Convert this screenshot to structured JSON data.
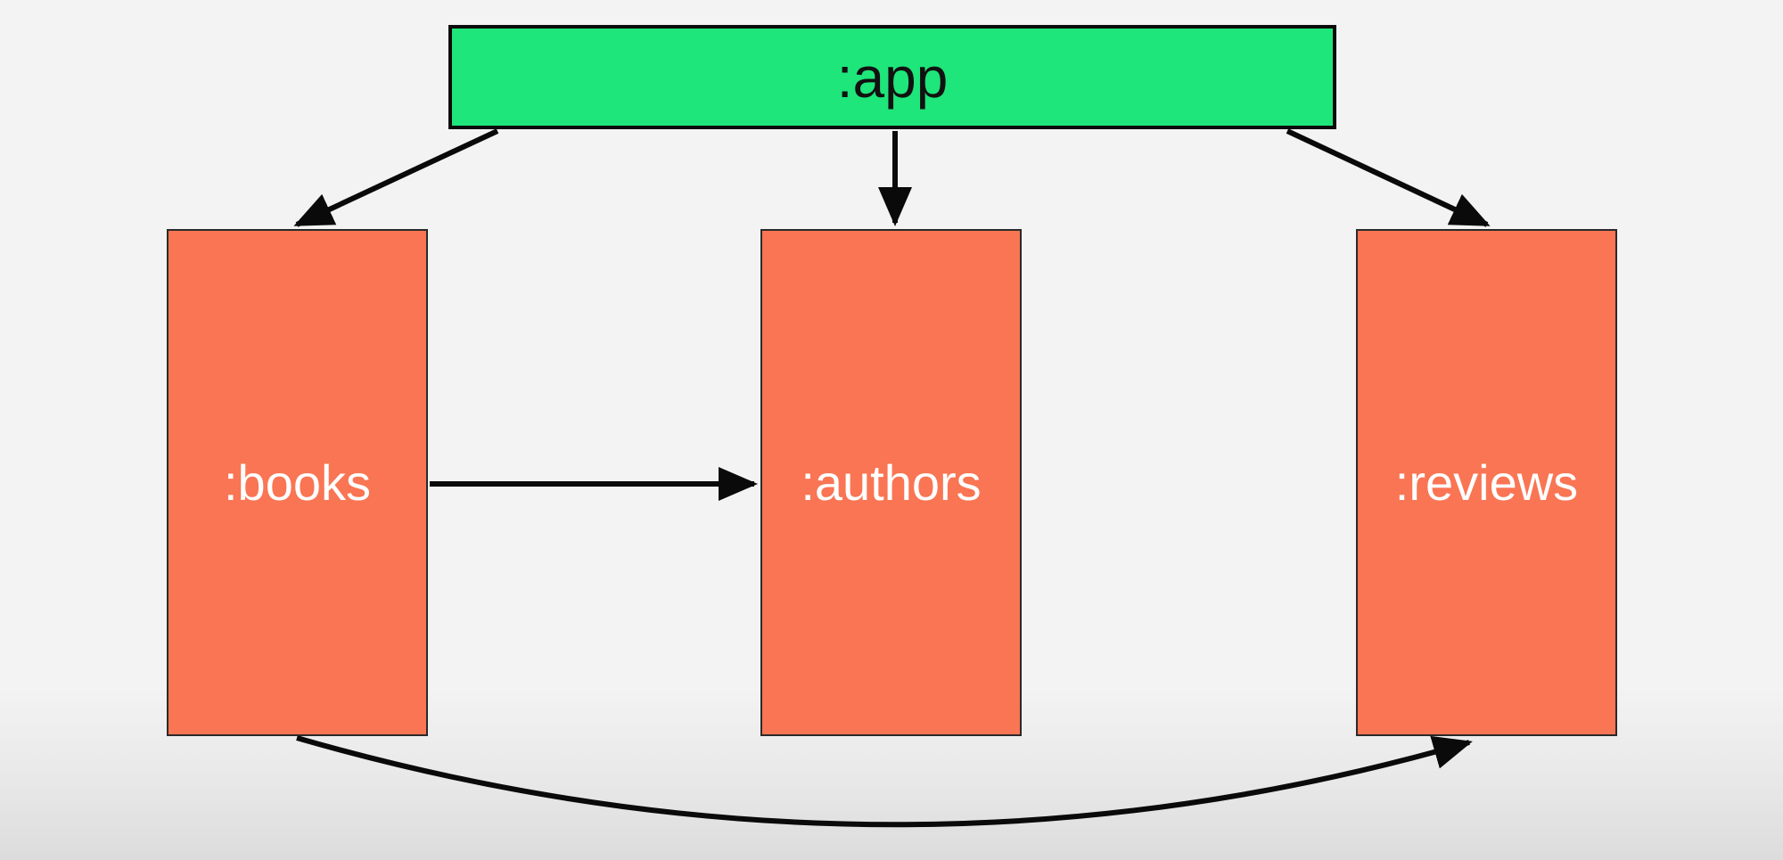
{
  "colors": {
    "app_fill": "#1ee67a",
    "module_fill": "#f97553",
    "edge": "#0a0a0a"
  },
  "nodes": {
    "app": {
      "label": ":app"
    },
    "books": {
      "label": ":books"
    },
    "authors": {
      "label": ":authors"
    },
    "reviews": {
      "label": ":reviews"
    }
  },
  "edges": [
    {
      "from": ":app",
      "to": ":books"
    },
    {
      "from": ":app",
      "to": ":authors"
    },
    {
      "from": ":app",
      "to": ":reviews"
    },
    {
      "from": ":books",
      "to": ":authors"
    },
    {
      "from": ":books",
      "to": ":reviews"
    }
  ]
}
